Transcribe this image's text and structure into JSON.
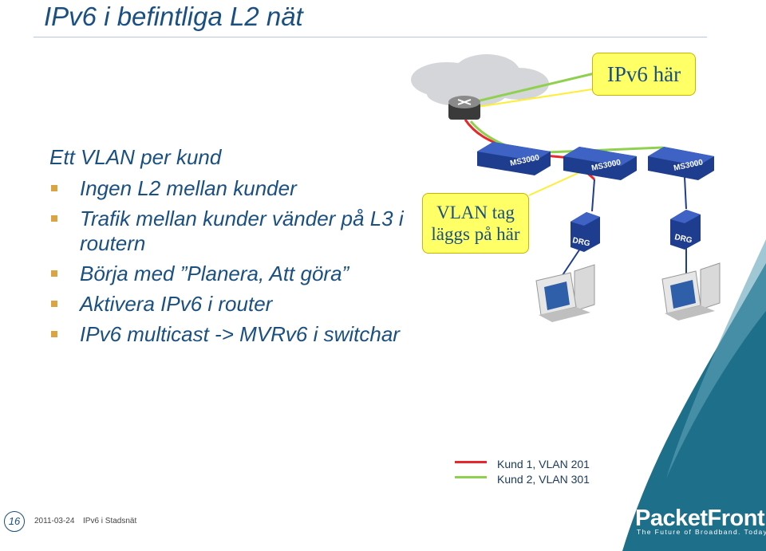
{
  "slide": {
    "title": "IPv6 i befintliga L2 nät",
    "lead": "Ett VLAN per kund",
    "bullets": [
      "Ingen L2 mellan kunder",
      "Trafik mellan kunder vänder på L3 i routern",
      "Börja med ”Planera, Att göra”",
      "Aktivera IPv6 i router",
      "IPv6 multicast -> MVRv6 i switchar"
    ]
  },
  "callouts": {
    "ipv6": "IPv6 här",
    "vlan_line1": "VLAN tag",
    "vlan_line2": "läggs på här"
  },
  "devices": {
    "switch_label": "MS3000",
    "drg_label": "DRG"
  },
  "legend": {
    "items": [
      {
        "label": "Kund 1, VLAN 201",
        "color": "#e8262b"
      },
      {
        "label": "Kund 2, VLAN 301",
        "color": "#8fd14f"
      }
    ]
  },
  "footer": {
    "page_number": "16",
    "date": "2011-03-24",
    "title": "IPv6 i Stadsnät",
    "logo": "PacketFront",
    "tagline": "The Future of Broadband. Today"
  },
  "colors": {
    "title": "#1a4f82",
    "bullet_marker": "#d9a441",
    "callout_fill": "#ffff66",
    "teal_band": "#1e6f8a",
    "switch": "#1f3d8f"
  }
}
